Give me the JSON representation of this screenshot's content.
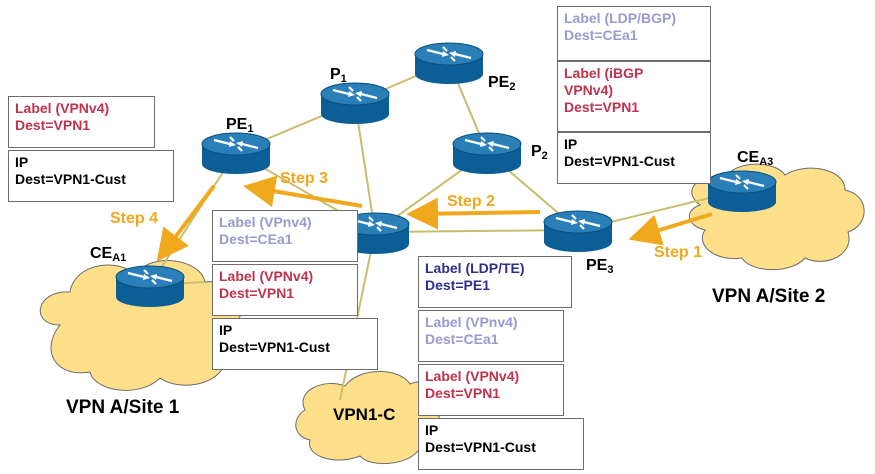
{
  "colors": {
    "cloud": "#ffe08a",
    "cloud_outline": "#6b6b6b",
    "link": "#c8be6e",
    "step_arrow": "#f0a81c",
    "router_top": "#2a7fb8",
    "router_body": "#0b5f96",
    "label_lavender": "#9a9ad0",
    "label_red": "#c0334d",
    "label_navy": "#2f2f8a"
  },
  "icons": {
    "router": "router-icon"
  },
  "nodes": {
    "p1": {
      "name": "P",
      "sub": "1"
    },
    "pe1": {
      "name": "PE",
      "sub": "1"
    },
    "pe2": {
      "name": "PE",
      "sub": "2"
    },
    "p2": {
      "name": "P",
      "sub": "2"
    },
    "pe3": {
      "name": "PE",
      "sub": "3"
    },
    "ce_a1": {
      "name": "CE",
      "sub": "A1"
    },
    "ce_a3": {
      "name": "CE",
      "sub": "A3"
    }
  },
  "steps": {
    "step1": "Step 1",
    "step2": "Step 2",
    "step3": "Step 3",
    "step4": "Step 4"
  },
  "sites": {
    "site1": "VPN A/Site 1",
    "site2": "VPN A/Site 2",
    "cust": "VPN1-C"
  },
  "stacks": {
    "left_top": {
      "vpnv4": [
        "Label (VPNv4)",
        "Dest=VPN1"
      ],
      "ip": [
        "IP",
        "Dest=VPN1-Cust"
      ]
    },
    "right_top": {
      "ldp_bgp": [
        "Label (LDP/BGP)",
        "Dest=CEa1"
      ],
      "ibgp": [
        "Label (iBGP",
        "VPNv4)",
        "Dest=VPN1"
      ],
      "ip": [
        "IP",
        "Dest=VPN1-Cust"
      ]
    },
    "middle": {
      "vpnv4_a": [
        "Label (VPnv4)",
        "Dest=CEa1"
      ],
      "vpnv4_b": [
        "Label (VPNv4)",
        "Dest=VPN1"
      ],
      "ip": [
        "IP",
        "Dest=VPN1-Cust"
      ]
    },
    "bottom": {
      "ldp_te": [
        "Label (LDP/TE)",
        "Dest=PE1"
      ],
      "vpnv4_a": [
        "Label (VPnv4)",
        "Dest=CEa1"
      ],
      "vpnv4_b": [
        "Label (VPNv4)",
        "Dest=VPN1"
      ],
      "ip": [
        "IP",
        "Dest=VPN1-Cust"
      ]
    }
  }
}
